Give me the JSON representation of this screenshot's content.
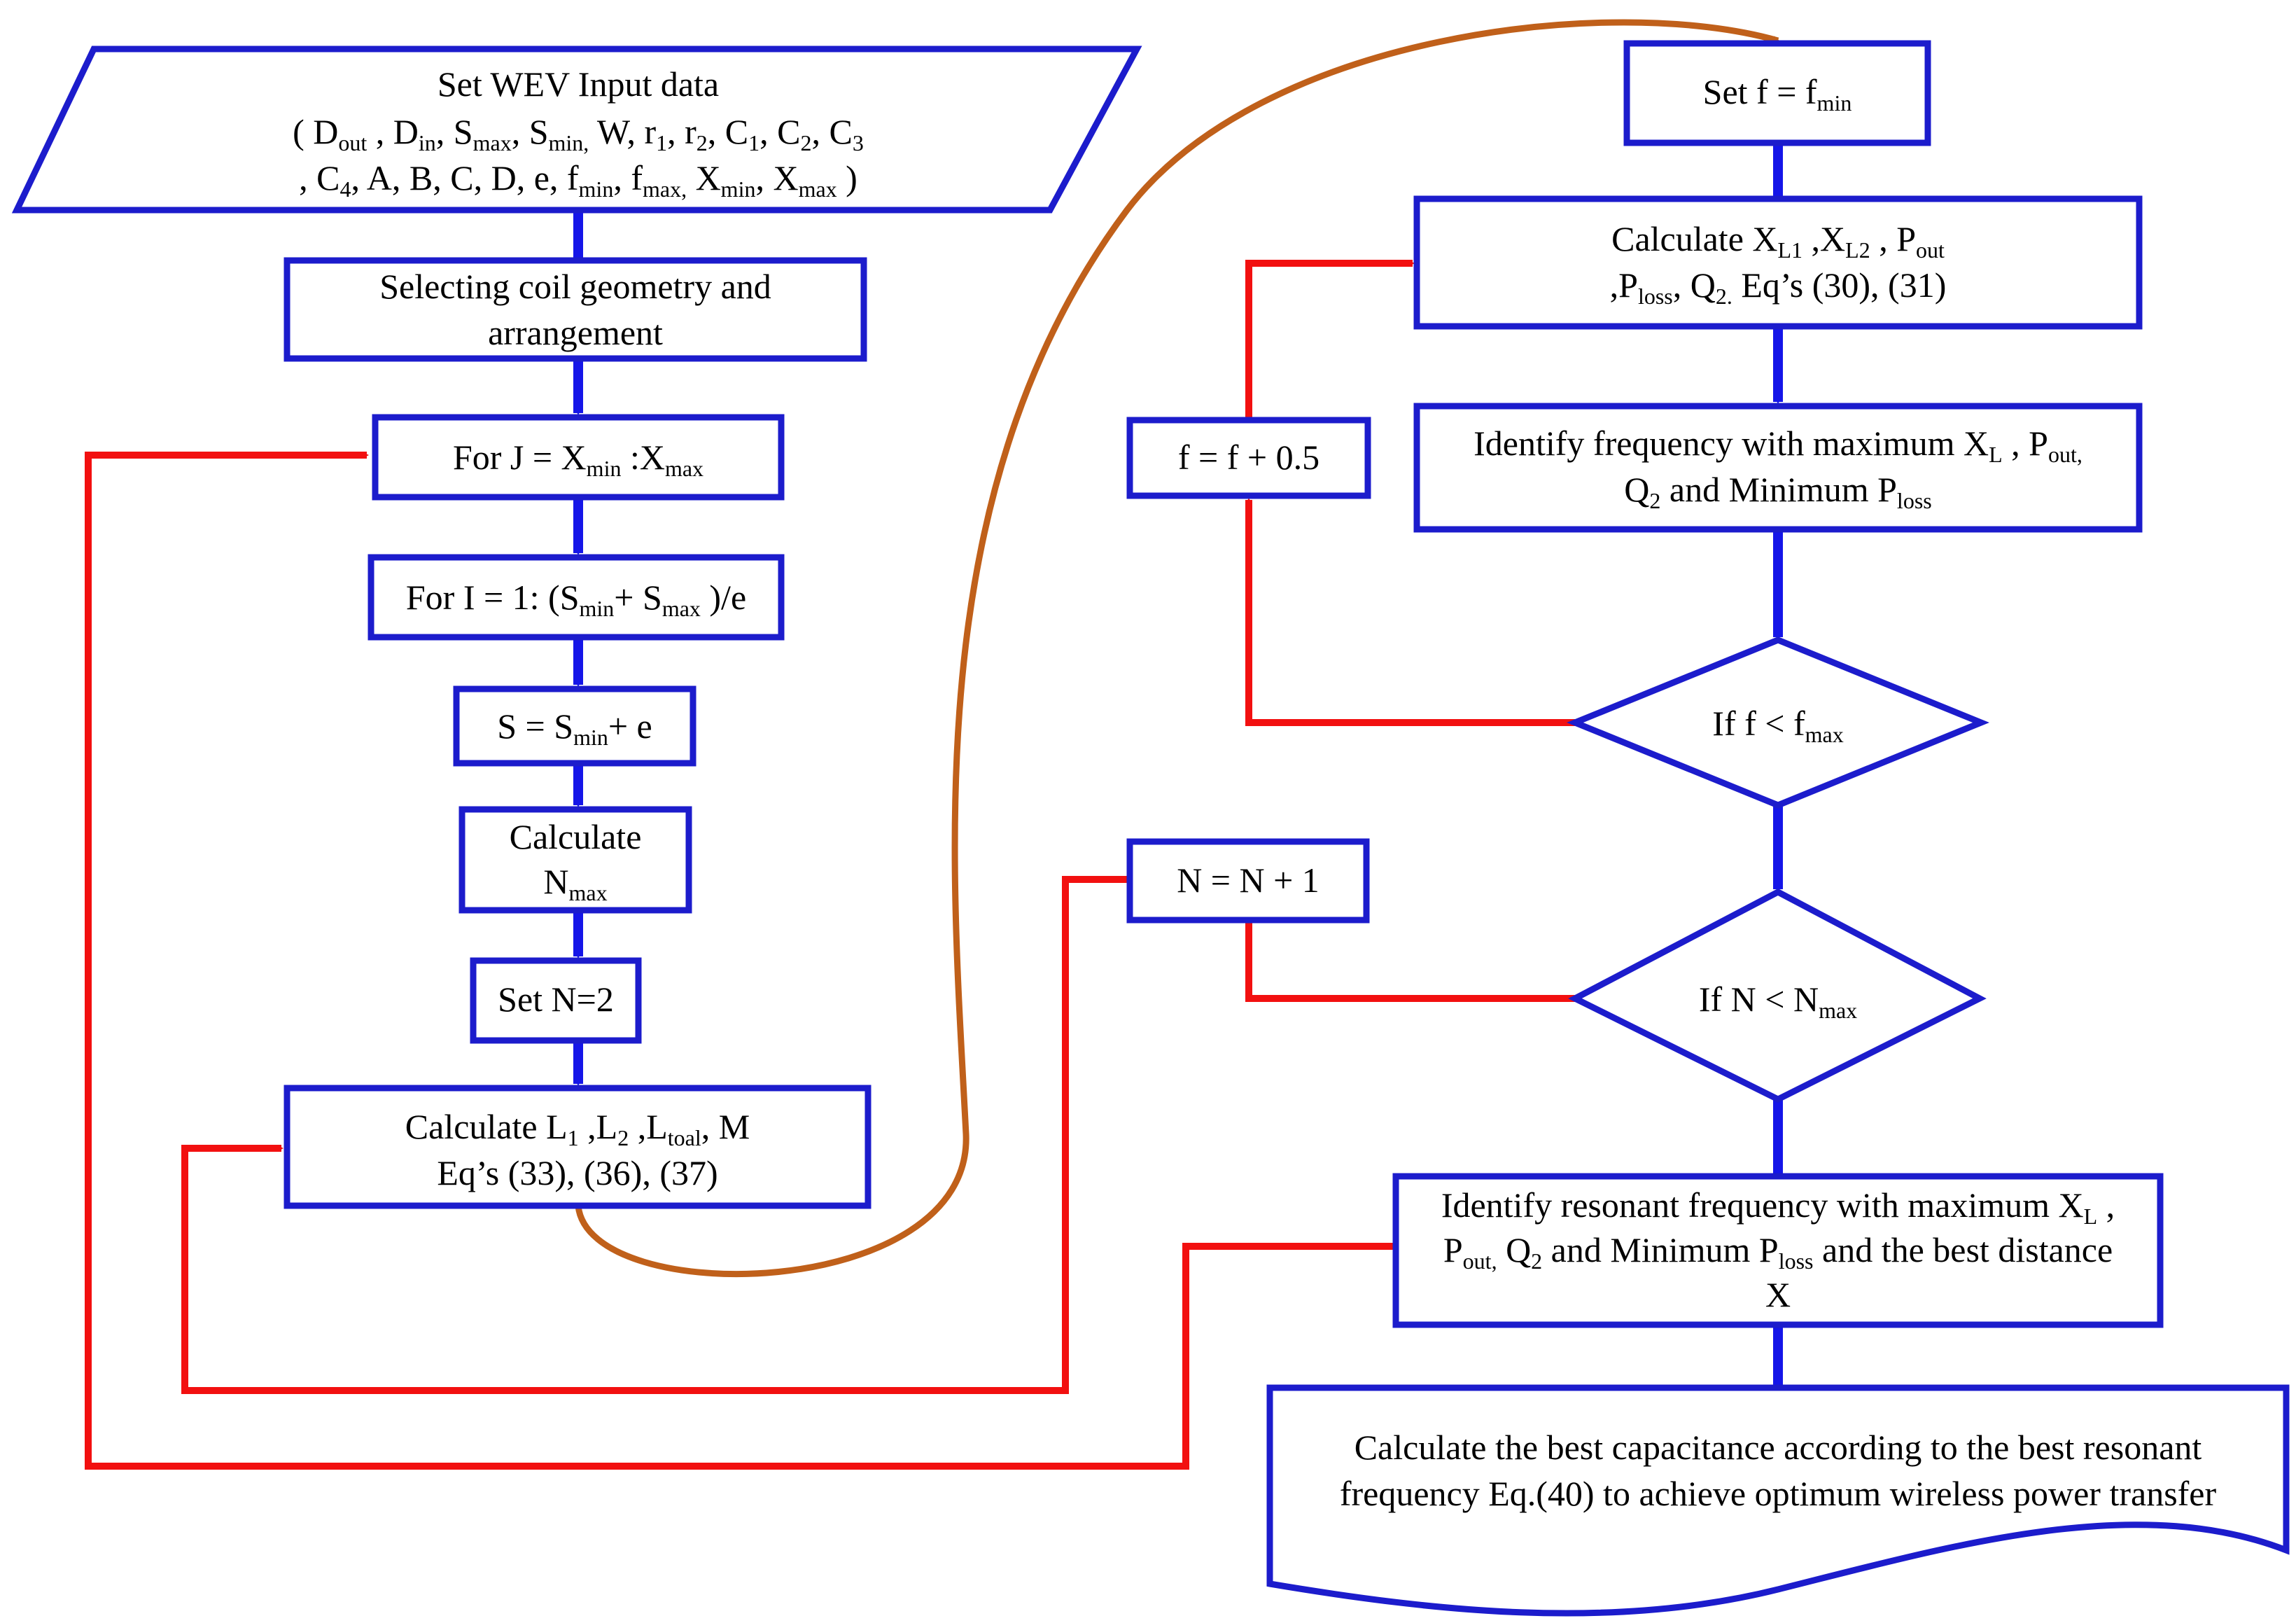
{
  "nodes": {
    "input": {
      "l1": "Set WEV Input data",
      "l2": [
        [
          "( D",
          ""
        ],
        [
          "out",
          "s"
        ],
        [
          " , D",
          ""
        ],
        [
          "in",
          "s"
        ],
        [
          ", S",
          ""
        ],
        [
          "max",
          "s"
        ],
        [
          ", S",
          ""
        ],
        [
          "min,",
          "s"
        ],
        [
          " W, r",
          ""
        ],
        [
          "1",
          "s"
        ],
        [
          ", r",
          ""
        ],
        [
          "2",
          "s"
        ],
        [
          ", C",
          ""
        ],
        [
          "1",
          "s"
        ],
        [
          ", C",
          ""
        ],
        [
          "2",
          "s"
        ],
        [
          ", C",
          ""
        ],
        [
          "3",
          "s"
        ]
      ],
      "l3": [
        [
          ", C",
          ""
        ],
        [
          "4",
          "s"
        ],
        [
          ", A, B, C, D, e, f",
          ""
        ],
        [
          "min",
          "s"
        ],
        [
          ", f",
          ""
        ],
        [
          "max,",
          "s"
        ],
        [
          " X",
          ""
        ],
        [
          "min",
          "s"
        ],
        [
          ", X",
          ""
        ],
        [
          "max",
          "s"
        ],
        [
          " )",
          ""
        ]
      ]
    },
    "coil": {
      "l1": "Selecting coil geometry and",
      "l2": "arrangement"
    },
    "forJ": {
      "l1": [
        [
          "For J = X",
          ""
        ],
        [
          "min",
          "s"
        ],
        [
          " :X",
          ""
        ],
        [
          "max",
          "s"
        ]
      ]
    },
    "forI": {
      "l1": [
        [
          "For I = 1: (S",
          ""
        ],
        [
          "min",
          "s"
        ],
        [
          "+ S",
          ""
        ],
        [
          "max",
          "s"
        ],
        [
          " )/e",
          ""
        ]
      ]
    },
    "sSet": {
      "l1": [
        [
          "S =  S",
          ""
        ],
        [
          "min",
          "s"
        ],
        [
          "+ e",
          ""
        ]
      ]
    },
    "nmax": {
      "l1": "Calculate",
      "l2": [
        [
          "N",
          ""
        ],
        [
          "max",
          "s"
        ]
      ]
    },
    "setN": {
      "l1": "Set N=2"
    },
    "calcL": {
      "l1": [
        [
          "Calculate L",
          ""
        ],
        [
          "1",
          "s"
        ],
        [
          " ,L",
          ""
        ],
        [
          "2",
          "s"
        ],
        [
          " ,L",
          ""
        ],
        [
          "toal",
          "s"
        ],
        [
          ", M",
          ""
        ]
      ],
      "l2": "Eq’s (33), (36), (37)"
    },
    "setF": {
      "l1": [
        [
          "Set f = f",
          ""
        ],
        [
          "min",
          "s"
        ]
      ]
    },
    "calcX": {
      "l1": [
        [
          "Calculate X",
          ""
        ],
        [
          "L1",
          "s"
        ],
        [
          " ,X",
          ""
        ],
        [
          "L2",
          "s"
        ],
        [
          " , P",
          ""
        ],
        [
          "out",
          "s"
        ]
      ],
      "l2": [
        [
          ",P",
          ""
        ],
        [
          "loss",
          "s"
        ],
        [
          ", Q",
          ""
        ],
        [
          "2.",
          "s"
        ],
        [
          " Eq’s (30), (31)",
          ""
        ]
      ]
    },
    "identF": {
      "l1": [
        [
          "Identify frequency with maximum X",
          ""
        ],
        [
          "L",
          "s"
        ],
        [
          " , P",
          ""
        ],
        [
          "out,",
          "s"
        ]
      ],
      "l2": [
        [
          "Q",
          ""
        ],
        [
          "2",
          "s"
        ],
        [
          " and Minimum P",
          ""
        ],
        [
          "loss",
          "s"
        ]
      ]
    },
    "fInc": {
      "l1": "f =  f + 0.5"
    },
    "ifF": {
      "l1": [
        [
          "If f < f",
          ""
        ],
        [
          "max",
          "s"
        ]
      ]
    },
    "nInc": {
      "l1": "N =  N + 1"
    },
    "ifN": {
      "l1": [
        [
          "If N < N",
          ""
        ],
        [
          "max",
          "s"
        ]
      ]
    },
    "identR": {
      "l1": [
        [
          "Identify resonant frequency with maximum X",
          ""
        ],
        [
          "L",
          "s"
        ],
        [
          " ,",
          ""
        ]
      ],
      "l2": [
        [
          "P",
          ""
        ],
        [
          "out,",
          "s"
        ],
        [
          " Q",
          ""
        ],
        [
          "2",
          "s"
        ],
        [
          " and Minimum P",
          ""
        ],
        [
          "loss",
          "s"
        ],
        [
          " and the best distance",
          ""
        ]
      ],
      "l3": "X"
    },
    "best": {
      "l1": "Calculate the best capacitance according to the best resonant",
      "l2": "frequency Eq.(40) to achieve optimum wireless power transfer"
    }
  },
  "colors": {
    "box": "#1c1ccc",
    "flow": "#1515e8",
    "loop": "#f21010",
    "jump": "#c0601a"
  }
}
